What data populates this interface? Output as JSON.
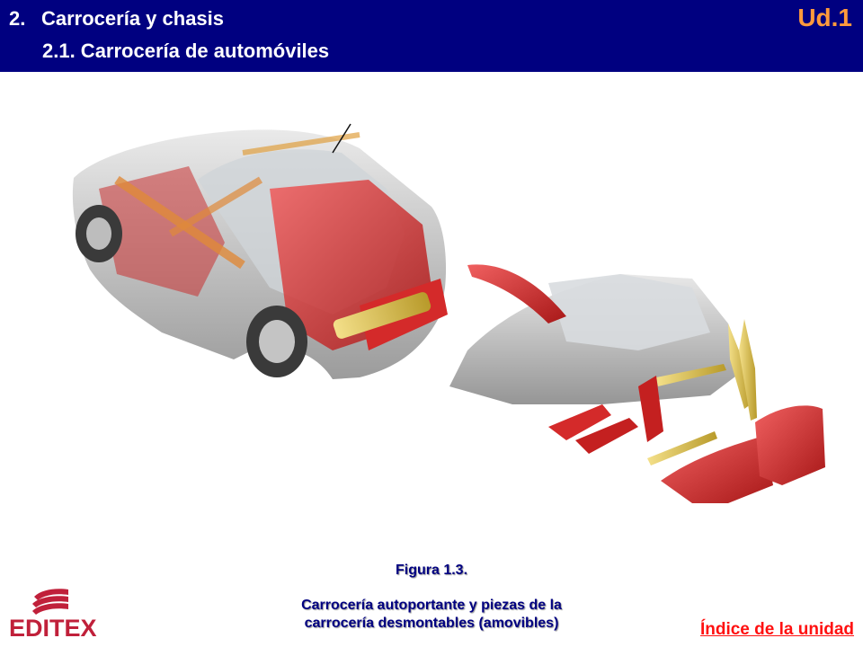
{
  "header": {
    "section_number": "2.",
    "section_title": "Carrocería y chasis",
    "subsection": "2.1. Carrocería de automóviles",
    "unit_badge": "Ud.1"
  },
  "figure": {
    "title": "Figura 1.3.",
    "caption_line1": "Carrocería autoportante y piezas de la",
    "caption_line2": "carrocería desmontables (amovibles)"
  },
  "footer": {
    "logo_text": "EDITEX",
    "index_link": "Índice de la unidad"
  },
  "colors": {
    "header_bg": "#000080",
    "unit_badge": "#ff9a3c",
    "caption": "#000080",
    "logo": "#c0203a",
    "link": "#ff1010",
    "body_red": "#d42a2a",
    "part_yellow": "#e6c84a"
  },
  "icons": {
    "logo": "editex-logo-icon",
    "car": "car-illustration",
    "parts": "body-parts-illustration"
  }
}
